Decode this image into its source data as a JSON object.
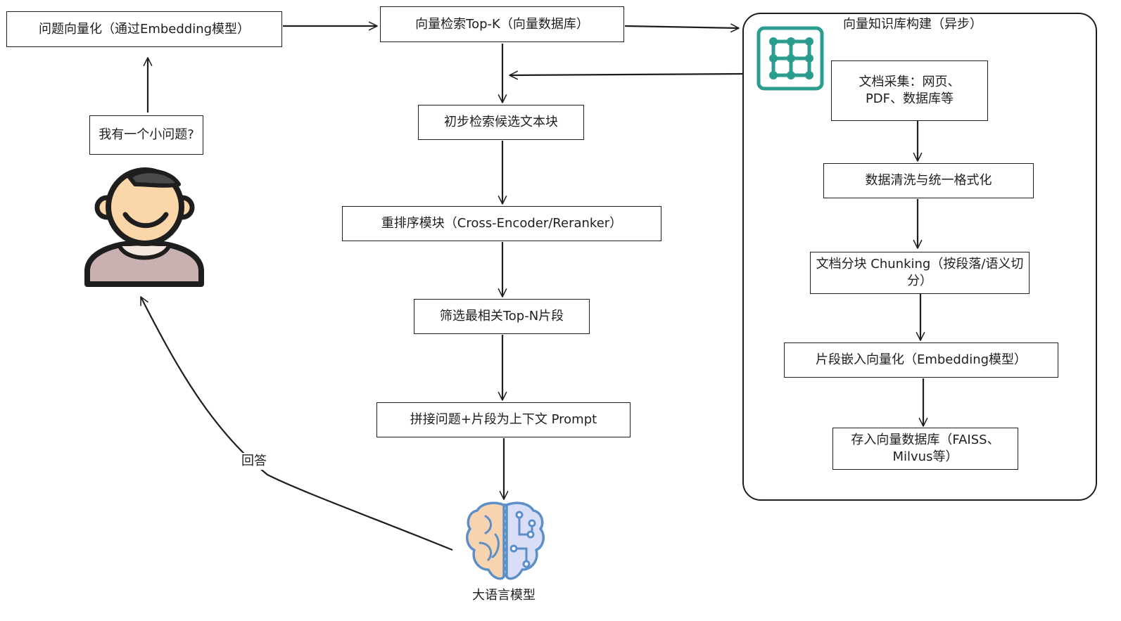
{
  "nodes": {
    "question_embed": "问题向量化（通过Embedding模型）",
    "vector_search": "向量检索Top-K（向量数据库）",
    "user_question": "我有一个小问题?",
    "initial_candidates": "初步检索候选文本块",
    "rerank": "重排序模块（Cross-Encoder/Reranker）",
    "select_topn": "筛选最相关Top-N片段",
    "build_prompt": "拼接问题+片段为上下文 Prompt",
    "llm": "大语言模型",
    "answer": "回答"
  },
  "kb_group": {
    "title": "向量知识库构建（异步）",
    "collect": "文档采集：网页、PDF、数据库等",
    "clean": "数据清洗与统一格式化",
    "chunk": "文档分块 Chunking（按段落/语义切分）",
    "embed": "片段嵌入向量化（Embedding模型）",
    "store": "存入向量数据库（FAISS、Milvus等）"
  },
  "icons": {
    "user": "user-avatar-icon",
    "grid": "vector-grid-icon",
    "brain": "brain-icon"
  },
  "colors": {
    "stroke": "#1e1e1e",
    "grid_teal": "#2a9d8f",
    "skin": "#fbd6a8",
    "hair": "#4a4a4a",
    "shirt": "#c9b1b1",
    "brain_left": "#f8d3b0",
    "brain_right": "#d9ddf6",
    "brain_stroke": "#5b8fc7"
  }
}
